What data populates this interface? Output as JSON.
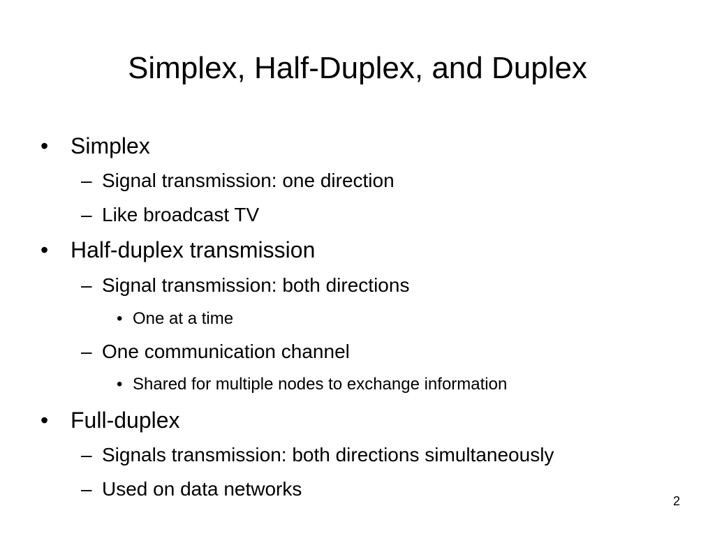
{
  "slide": {
    "title": "Simplex, Half-Duplex, and Duplex",
    "bullet_marker": "•",
    "dash_marker": "–",
    "items": [
      {
        "level": 1,
        "text": "Simplex"
      },
      {
        "level": 2,
        "text": "Signal transmission: one direction"
      },
      {
        "level": 2,
        "text": "Like broadcast TV"
      },
      {
        "level": 1,
        "text": "Half-duplex transmission"
      },
      {
        "level": 2,
        "text": "Signal transmission: both directions"
      },
      {
        "level": 3,
        "text": "One at a time"
      },
      {
        "level": 2,
        "text": "One communication channel"
      },
      {
        "level": 3,
        "text": "Shared for multiple nodes to exchange information"
      },
      {
        "level": 1,
        "text": "Full-duplex"
      },
      {
        "level": 2,
        "text": "Signals transmission: both directions simultaneously"
      },
      {
        "level": 2,
        "text": "Used on data networks"
      }
    ],
    "page_number": "2"
  }
}
